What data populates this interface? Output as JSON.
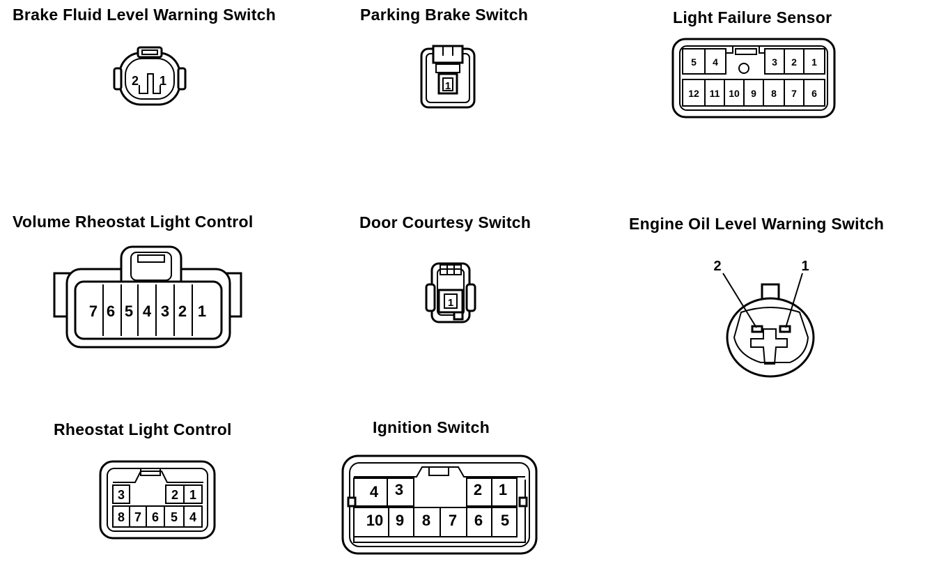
{
  "connectors": {
    "brake_fluid": {
      "title": "Brake Fluid Level Warning Switch",
      "pins": [
        "2",
        "1"
      ]
    },
    "parking_brake": {
      "title": "Parking Brake Switch",
      "pins": [
        "1"
      ]
    },
    "light_failure": {
      "title": "Light Failure Sensor",
      "pins_top": [
        "5",
        "4",
        "3",
        "2",
        "1"
      ],
      "pins_bottom": [
        "12",
        "11",
        "10",
        "9",
        "8",
        "7",
        "6"
      ]
    },
    "volume_rheostat": {
      "title": "Volume Rheostat Light Control",
      "pins": [
        "7",
        "6",
        "5",
        "4",
        "3",
        "2",
        "1"
      ]
    },
    "door_courtesy": {
      "title": "Door Courtesy Switch",
      "pins": [
        "1"
      ]
    },
    "engine_oil": {
      "title": "Engine Oil Level Warning Switch",
      "pins": [
        "2",
        "1"
      ]
    },
    "rheostat": {
      "title": "Rheostat Light Control",
      "pins_top": [
        "3",
        "2",
        "1"
      ],
      "pins_bottom": [
        "8",
        "7",
        "6",
        "5",
        "4"
      ]
    },
    "ignition": {
      "title": "Ignition Switch",
      "pins_top": [
        "4",
        "3",
        "2",
        "1"
      ],
      "pins_bottom": [
        "10",
        "9",
        "8",
        "7",
        "6",
        "5"
      ]
    }
  }
}
